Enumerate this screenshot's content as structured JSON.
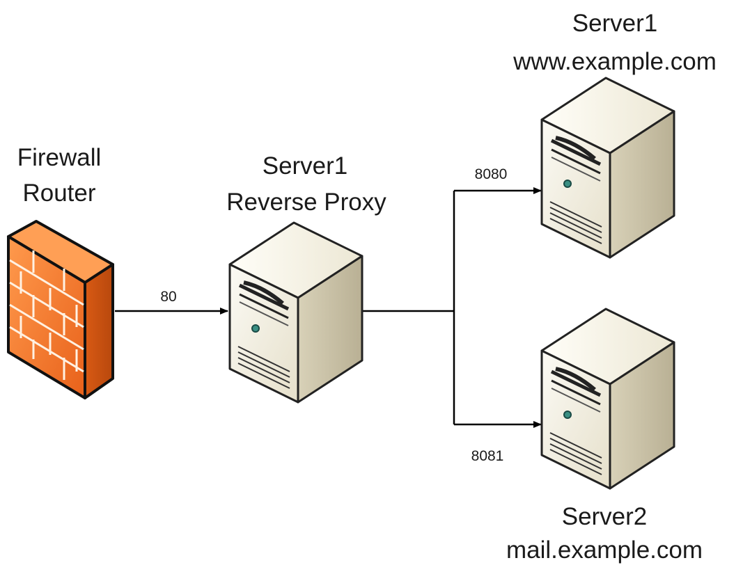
{
  "nodes": {
    "firewall": {
      "line1": "Firewall",
      "line2": "Router",
      "icon": "firewall-brick-wall-icon"
    },
    "proxy": {
      "line1": "Server1",
      "line2": "Reverse Proxy",
      "icon": "server-tower-icon"
    },
    "web": {
      "line1": "Server1",
      "line2": "www.example.com",
      "icon": "server-tower-icon"
    },
    "mail": {
      "line1": "Server2",
      "line2": "mail.example.com",
      "icon": "server-tower-icon"
    }
  },
  "connections": {
    "firewall_to_proxy": {
      "port": "80"
    },
    "proxy_to_web": {
      "port": "8080"
    },
    "proxy_to_mail": {
      "port": "8081"
    }
  },
  "colors": {
    "brick": "#f47a2a",
    "server_body": "#f4f1e6",
    "server_side": "#cfc8ae",
    "line": "#000000"
  }
}
